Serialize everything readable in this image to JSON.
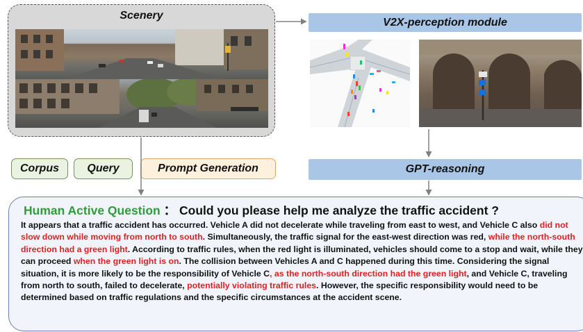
{
  "scenery": {
    "title": "Scenery"
  },
  "v2x": {
    "title": "V2X-perception module"
  },
  "gpt": {
    "title": "GPT-reasoning"
  },
  "pills": {
    "corpus": "Corpus",
    "query": "Query",
    "prompt": "Prompt Generation"
  },
  "question": {
    "label": "Human Active Question",
    "separator": "：",
    "text": "Could you please help me analyze the traffic accident ?"
  },
  "answer": {
    "segments": [
      {
        "text": "It appears that a traffic accident has occurred. Vehicle A did not decelerate while traveling from east to west, and Vehicle C also ",
        "style": "normal"
      },
      {
        "text": "did not slow down while moving from north to south",
        "style": "red"
      },
      {
        "text": ". Simultaneously, the traffic signal for the east-west direction was red, ",
        "style": "normal"
      },
      {
        "text": "while the north-south direction had a green light",
        "style": "red"
      },
      {
        "text": ". According to traffic rules, when the red light is illuminated, vehicles should come to a stop and wait, while they can proceed ",
        "style": "normal"
      },
      {
        "text": "when the green light is on",
        "style": "red"
      },
      {
        "text": ". The collision between Vehicles A and C happened during this time. Considering the signal situation, it is more likely to be the responsibility of Vehicle C",
        "style": "normal"
      },
      {
        "text": ", as the north-south direction had the green light",
        "style": "red"
      },
      {
        "text": ", and Vehicle C, traveling from north to south, failed to decelerate, ",
        "style": "normal"
      },
      {
        "text": "potentially violating traffic rules",
        "style": "red"
      },
      {
        "text": ". However, the specific responsibility would need to be determined based on traffic regulations and the specific circumstances at the accident scene.",
        "style": "normal"
      }
    ]
  },
  "colors": {
    "blue_box": "#a9c6e6",
    "question_label": "#2e9d3a",
    "highlight_red": "#e02020",
    "arrow": "#808080"
  }
}
